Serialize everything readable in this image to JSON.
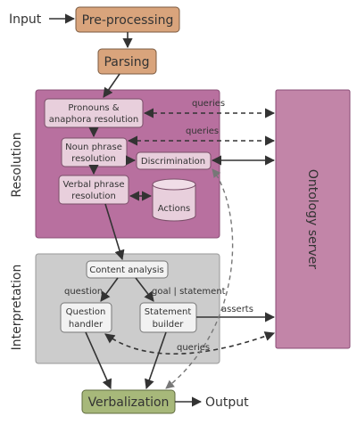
{
  "labels": {
    "input": "Input",
    "output": "Output",
    "preprocessing": "Pre-processing",
    "parsing": "Parsing",
    "pronouns_line1": "Pronouns &",
    "pronouns_line2": "anaphora resolution",
    "noun_line1": "Noun phrase",
    "noun_line2": "resolution",
    "discrimination": "Discrimination",
    "verbal_line1": "Verbal phrase",
    "verbal_line2": "resolution",
    "actions": "Actions",
    "ontology_server": "Ontology server",
    "content_analysis": "Content analysis",
    "question_handler_line1": "Question",
    "question_handler_line2": "handler",
    "statement_builder_line1": "Statement",
    "statement_builder_line2": "builder",
    "verbalization": "Verbalization"
  },
  "sections": {
    "resolution": "Resolution",
    "interpretation": "Interpretation"
  },
  "edge_labels": {
    "queries_1": "queries",
    "queries_2": "queries",
    "queries_3": "queries",
    "question": "question",
    "goal_statement": "goal | statement",
    "asserts": "asserts"
  },
  "colors": {
    "orange_box": "#d9a47c",
    "resolution_panel": "#b8709f",
    "resolution_box": "#e8cfdc",
    "ontology": "#c285a8",
    "interpretation_panel": "#cccccc",
    "interpretation_box": "#f2f2f2",
    "verbalization": "#a7b87a",
    "line": "#333333"
  }
}
